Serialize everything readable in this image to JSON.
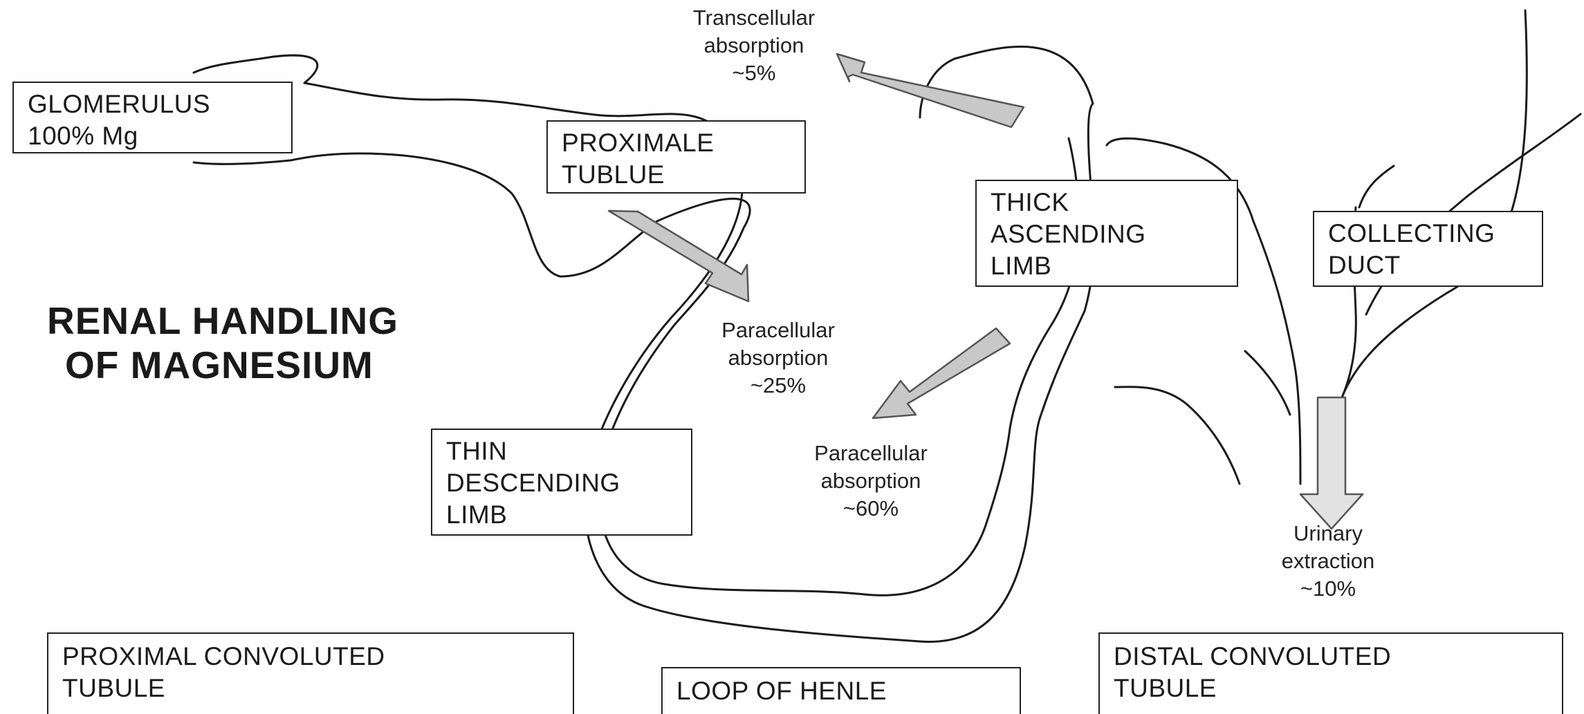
{
  "title": {
    "line1": "RENAL HANDLING",
    "line2": "OF MAGNESIUM"
  },
  "boxes": {
    "glomerulus": {
      "line1": "GLOMERULUS",
      "line2": "100% Mg"
    },
    "proximale_tubule": {
      "line1": "PROXIMALE",
      "line2": "TUBLUE"
    },
    "thin_descending_limb": {
      "line1": "THIN",
      "line2": "DESCENDING",
      "line3": "LIMB"
    },
    "thick_ascending_limb": {
      "line1": "THICK",
      "line2": "ASCENDING",
      "line3": "LIMB"
    },
    "collecting_duct": {
      "line1": "COLLECTING",
      "line2": "DUCT"
    }
  },
  "sections": {
    "proximal_convoluted_tubule": {
      "line1": "PROXIMAL CONVOLUTED",
      "line2": "TUBULE"
    },
    "loop_of_henle": {
      "line1": "LOOP OF HENLE"
    },
    "distal_convoluted_tubule": {
      "line1": "DISTAL CONVOLUTED",
      "line2": "TUBULE"
    }
  },
  "annotations": {
    "transcellular": {
      "line1": "Transcellular",
      "line2": "absorption",
      "line3": "~5%"
    },
    "paracellular_proximal": {
      "line1": "Paracellular",
      "line2": "absorption",
      "line3": "~25%"
    },
    "paracellular_thick": {
      "line1": "Paracellular",
      "line2": "absorption",
      "line3": "~60%"
    },
    "urinary": {
      "line1": "Urinary",
      "line2": "extraction",
      "line3": "~10%"
    }
  },
  "colors": {
    "outline": "#1a1a1a",
    "arrow_fill": "#c8c8c8",
    "arrow_stroke": "#555555",
    "urinary_arrow_fill": "#e2e2e2",
    "box_border": "#222222"
  }
}
